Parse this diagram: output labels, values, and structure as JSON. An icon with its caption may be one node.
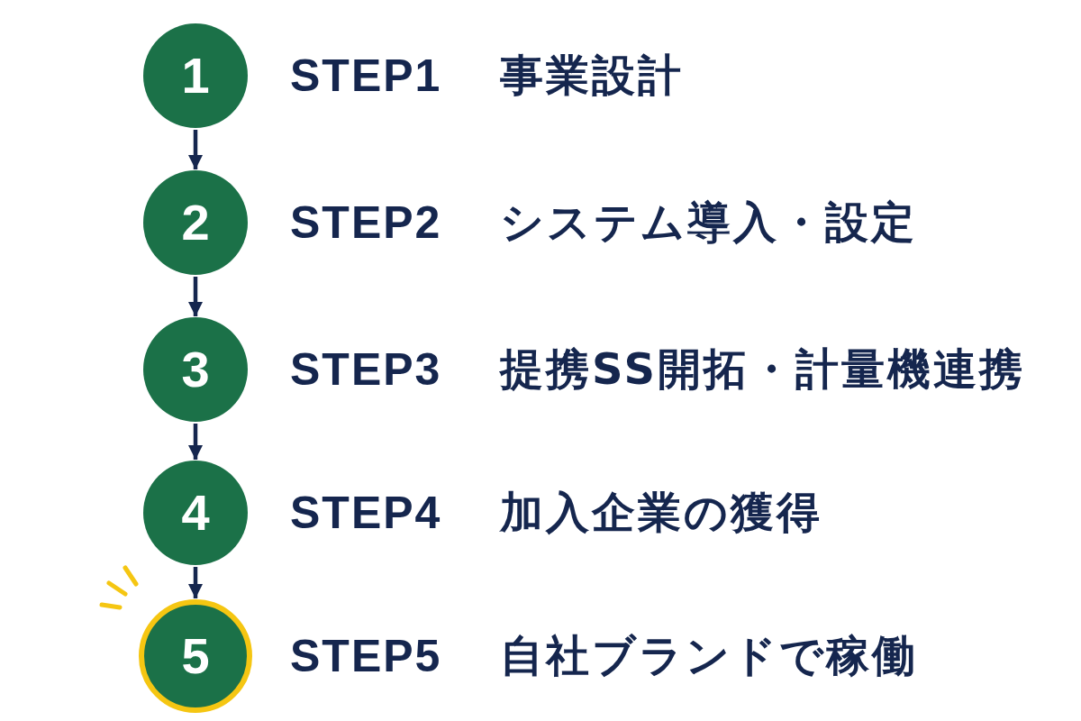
{
  "diagram": {
    "nodes": [
      {
        "text": [
          "1"
        ],
        "beside": [
          "STEP1",
          "事業設計"
        ]
      },
      {
        "text": [
          "2"
        ],
        "beside": [
          "STEP2",
          "システム導入・設定"
        ]
      },
      {
        "text": [
          "3"
        ],
        "beside": [
          "STEP3",
          "提携SS開拓・計量機連携"
        ]
      },
      {
        "text": [
          "4"
        ],
        "beside": [
          "STEP4",
          "加入企業の獲得"
        ]
      },
      {
        "text": [
          "5"
        ],
        "beside": [
          "STEP5",
          "自社ブランドで稼働"
        ]
      }
    ],
    "edges": [
      {
        "from": 0,
        "to": 1,
        "arrow": "to"
      },
      {
        "from": 1,
        "to": 2,
        "arrow": "to"
      },
      {
        "from": 2,
        "to": 3,
        "arrow": "to"
      },
      {
        "from": 3,
        "to": 4,
        "arrow": "to"
      }
    ]
  }
}
